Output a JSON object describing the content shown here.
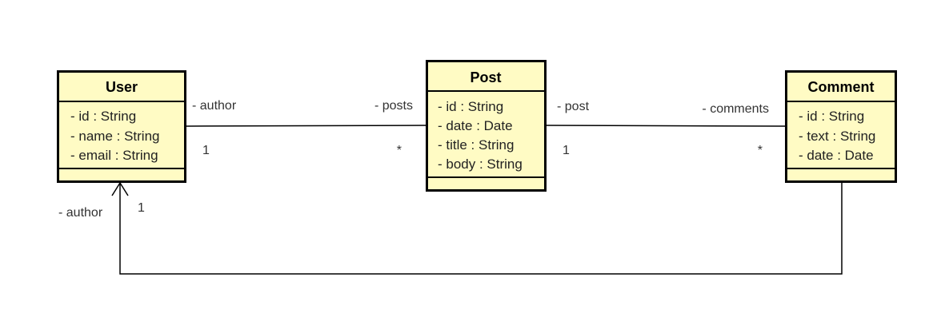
{
  "classes": {
    "user": {
      "name": "User",
      "attributes": [
        "- id : String",
        "- name : String",
        "- email : String"
      ]
    },
    "post": {
      "name": "Post",
      "attributes": [
        "- id : String",
        "- date : Date",
        "- title : String",
        "- body : String"
      ]
    },
    "comment": {
      "name": "Comment",
      "attributes": [
        "- id : String",
        "- text : String",
        "- date : Date"
      ]
    }
  },
  "associations": {
    "user_post": {
      "user_role": "- author",
      "user_multiplicity": "1",
      "post_role": "- posts",
      "post_multiplicity": "*"
    },
    "post_comment": {
      "post_role": "- post",
      "post_multiplicity": "1",
      "comment_role": "- comments",
      "comment_multiplicity": "*"
    },
    "comment_user": {
      "user_role": "- author",
      "user_multiplicity": "1"
    }
  },
  "colors": {
    "class_fill": "#fffbc4",
    "class_border": "#000000"
  }
}
